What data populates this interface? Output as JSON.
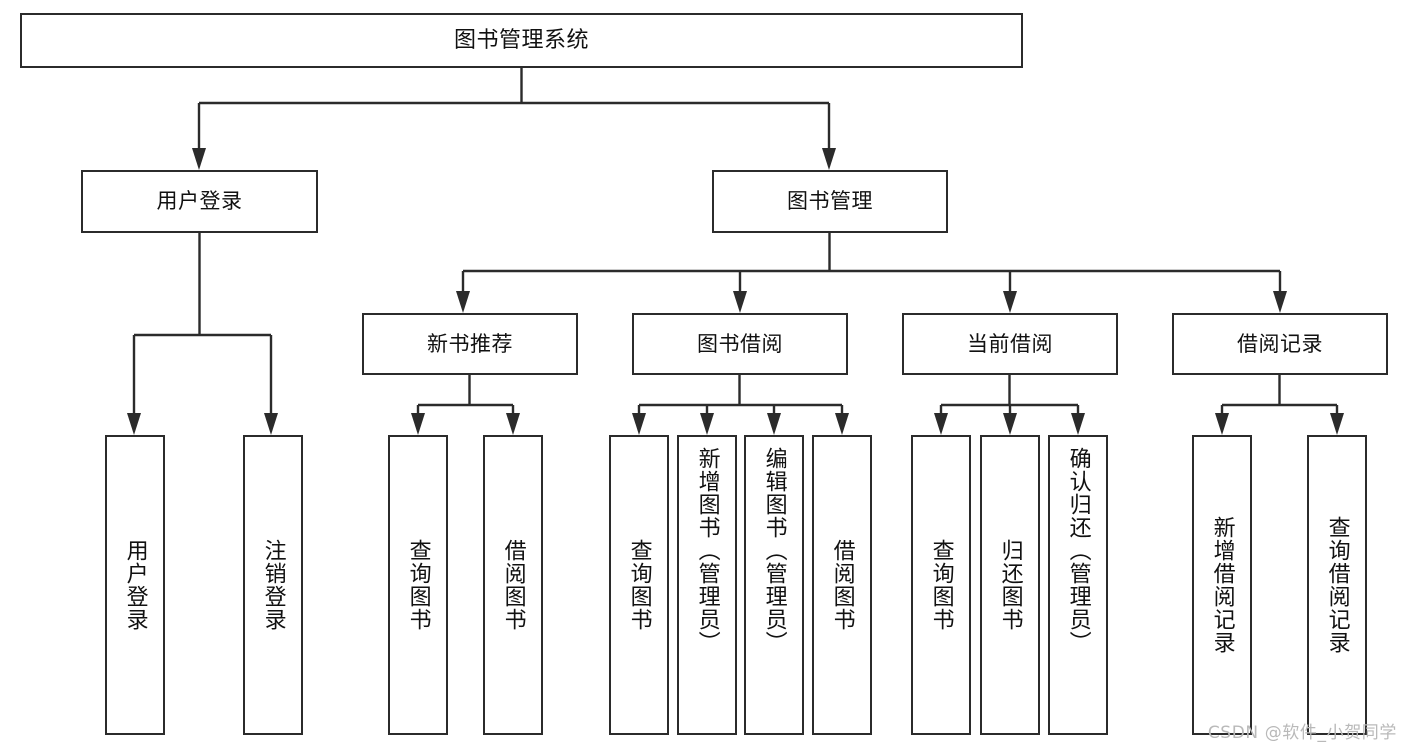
{
  "diagram": {
    "title": "图书管理系统",
    "type": "tree",
    "root": {
      "label": "图书管理系统"
    },
    "level1": [
      {
        "label": "用户登录"
      },
      {
        "label": "图书管理"
      }
    ],
    "level2": [
      {
        "label": "新书推荐"
      },
      {
        "label": "图书借阅"
      },
      {
        "label": "当前借阅"
      },
      {
        "label": "借阅记录"
      }
    ],
    "leaves": {
      "user_login": [
        {
          "label": "用户登录"
        },
        {
          "label": "注销登录"
        }
      ],
      "new_book_recommend": [
        {
          "label": "查询图书"
        },
        {
          "label": "借阅图书"
        }
      ],
      "book_borrow": [
        {
          "label": "查询图书"
        },
        {
          "label": "新增图书（管理员）"
        },
        {
          "label": "编辑图书（管理员）"
        },
        {
          "label": "借阅图书"
        }
      ],
      "current_borrow": [
        {
          "label": "查询图书"
        },
        {
          "label": "归还图书"
        },
        {
          "label": "确认归还（管理员）"
        }
      ],
      "borrow_record": [
        {
          "label": "新增借阅记录"
        },
        {
          "label": "查询借阅记录"
        }
      ]
    }
  },
  "watermark": {
    "text": "CSDN @软件_小贺同学"
  },
  "colors": {
    "stroke": "#2b2b2b",
    "text": "#111111",
    "background": "#ffffff",
    "watermark": "#b9b9b9"
  }
}
